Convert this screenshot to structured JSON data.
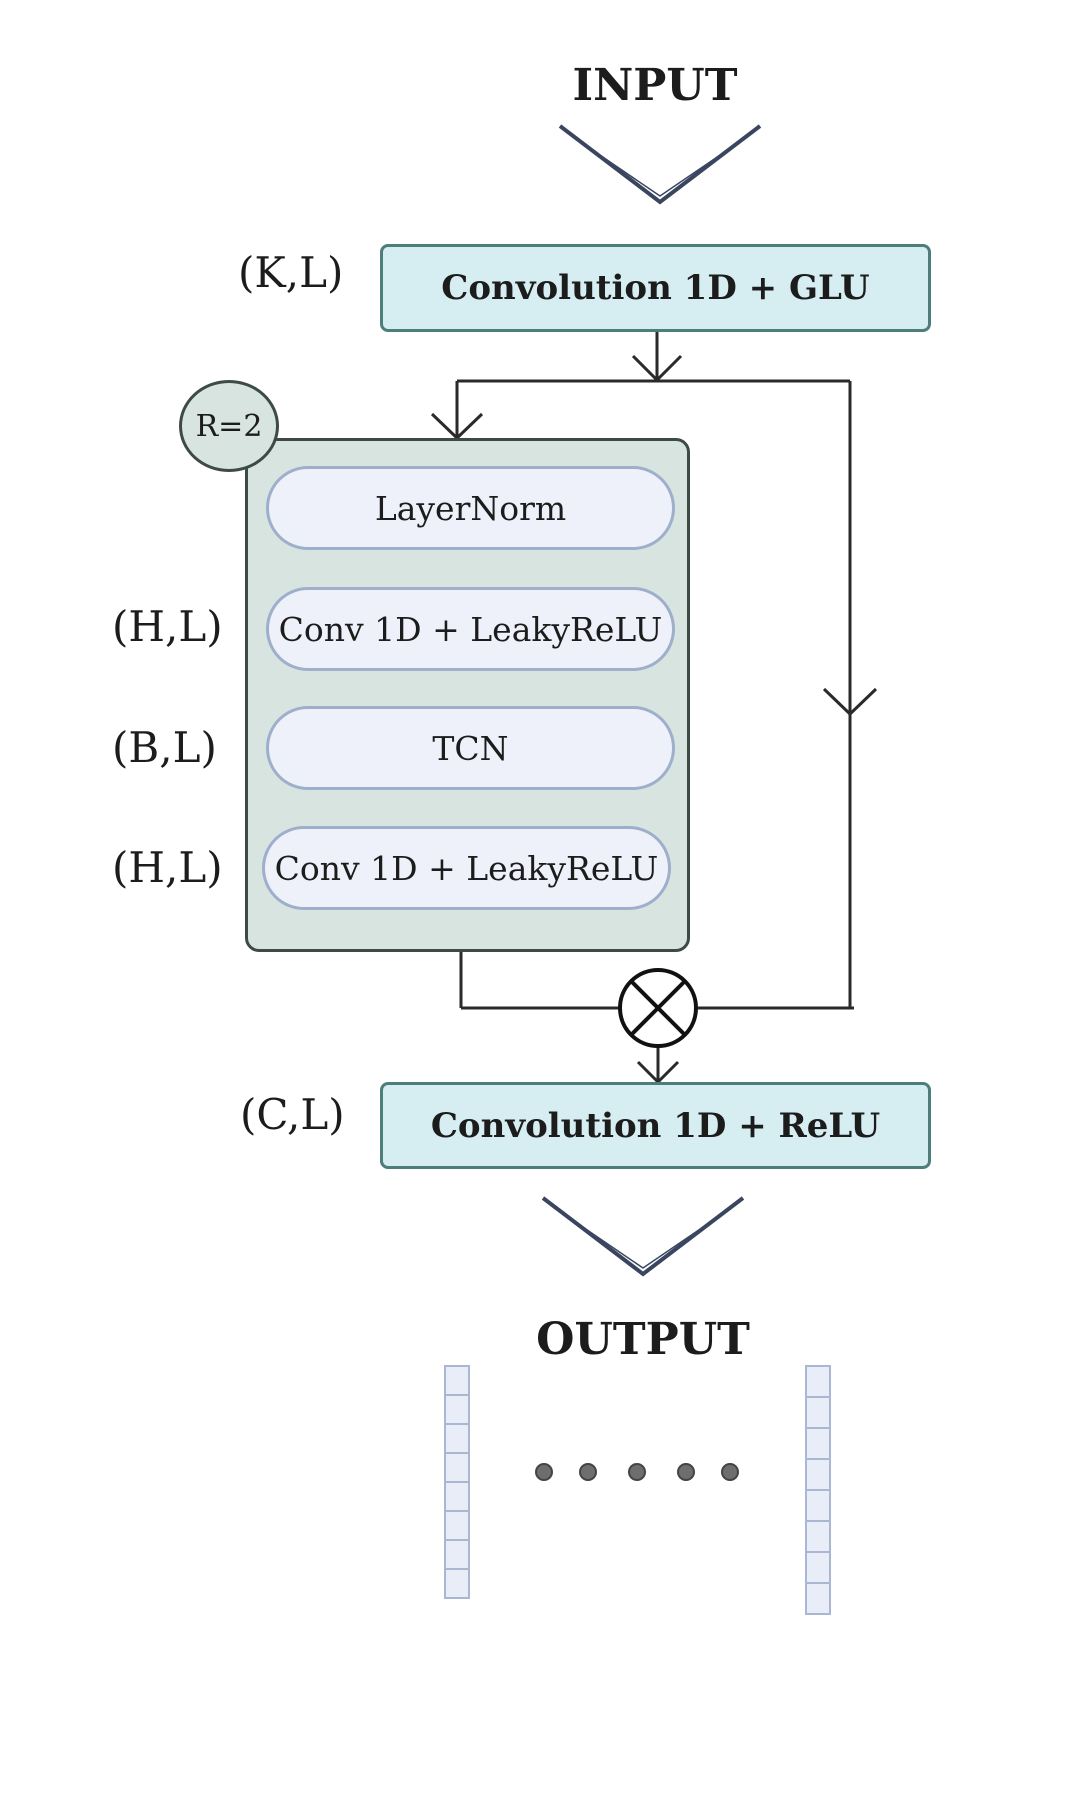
{
  "input_label": "INPUT",
  "output_label": "OUTPUT",
  "blocks": {
    "conv_glu": "Convolution 1D + GLU",
    "conv_relu": "Convolution 1D + ReLU"
  },
  "repeat_badge": "R=2",
  "inner_layers": [
    {
      "label": "LayerNorm",
      "dim": ""
    },
    {
      "label": "Conv 1D + LeakyReLU",
      "dim": "(H,L)"
    },
    {
      "label": "TCN",
      "dim": "(B,L)"
    },
    {
      "label": "Conv 1D + LeakyReLU",
      "dim": "(H,L)"
    }
  ],
  "dims": {
    "conv_glu": "(K,L)",
    "conv_relu": "(C,L)"
  },
  "colors": {
    "block_fill": "#d6eef2",
    "block_border": "#4e7e7c",
    "group_fill": "#d8e4e0",
    "pill_fill": "#eef1fa",
    "chevron": "#3a4660"
  },
  "icons": {
    "multiply": "multiply-icon",
    "ellipsis": "ellipsis-icon"
  }
}
